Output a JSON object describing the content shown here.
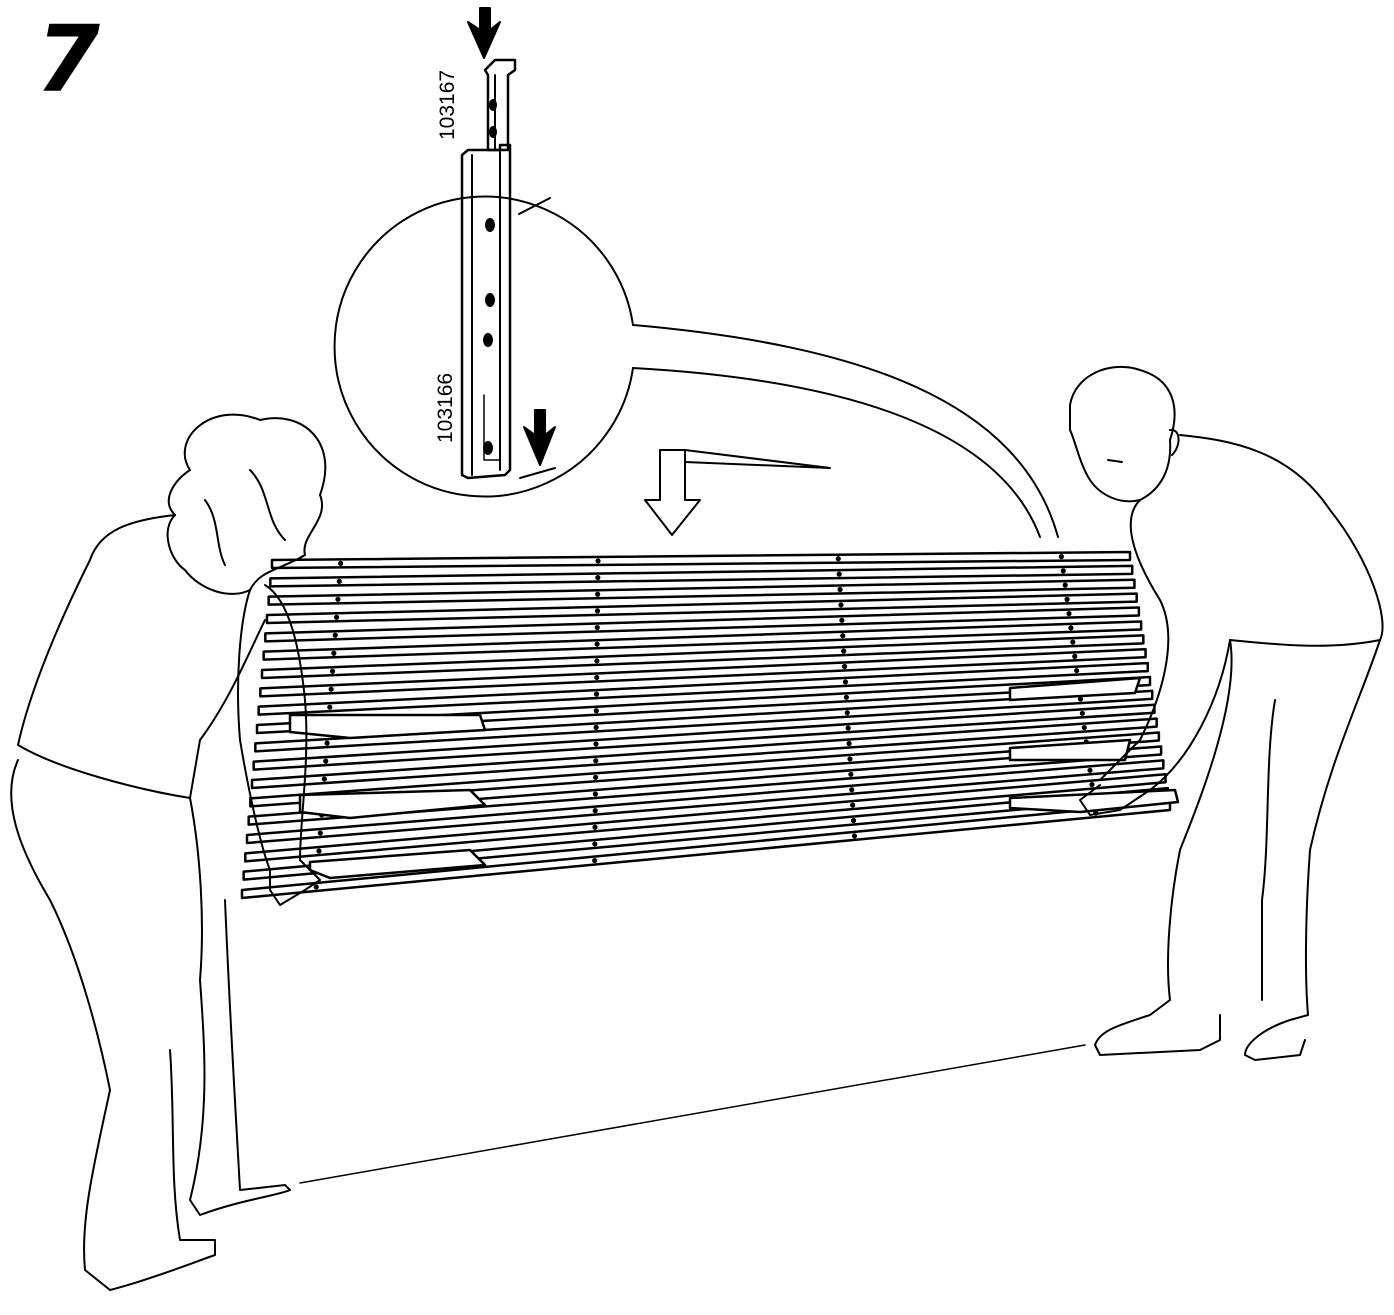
{
  "step": {
    "number": "7"
  },
  "parts": {
    "upper_rail": "103167",
    "lower_rail": "103166"
  },
  "colors": {
    "ink": "#000000",
    "paper": "#ffffff"
  },
  "icons": [
    "down-arrow-icon",
    "hollow-down-arrow-icon"
  ]
}
